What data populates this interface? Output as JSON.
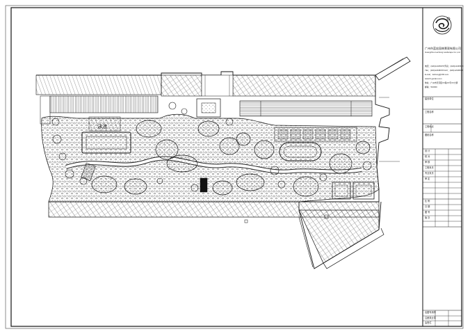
{
  "drawing": {
    "plan_labels": {
      "pool_area": "泳池"
    }
  },
  "title_block": {
    "logo": "company-logo",
    "company_cn": "广州市蓝宏园林景观有限公司",
    "company_en": "Guangzhou Lanhong Landscape Co.,Ltd.",
    "contact_lines": [
      "电话：(020)12345678  传真：(020)12345678",
      "TEL：(020)12345678  FAX：(020)12345678",
      "E-mail：lanhong@163.com",
      "www.lh-garden.com",
      "地址：广州市天河区XX路XX号XX大厦",
      "邮编：510000"
    ],
    "rows": [
      "建设单位",
      "工程名称",
      "工程地点",
      "图纸名称",
      "设  计",
      "校  对",
      "审  核",
      "工程负责",
      "专业负责",
      "审  定",
      "比  例",
      "日  期",
      "图  号",
      "版  次",
      "出图专用章",
      "注册执业章",
      "会签栏"
    ]
  }
}
